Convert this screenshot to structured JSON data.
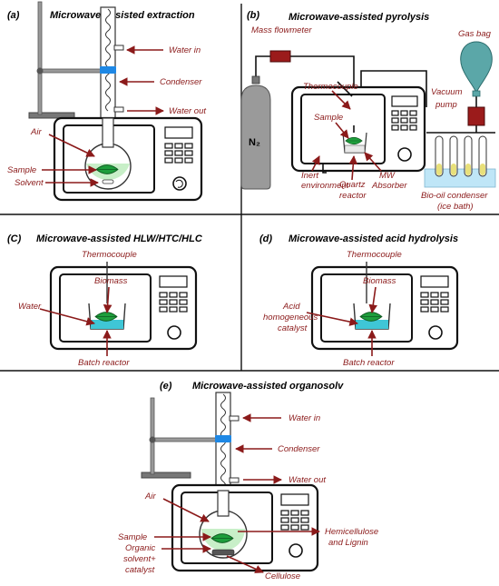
{
  "panels": {
    "a": {
      "id": "(a)",
      "title": "Microwave-assisted extraction",
      "labels": {
        "water_in": "Water in",
        "condenser": "Condenser",
        "water_out": "Water out",
        "air": "Air",
        "sample": "Sample",
        "solvent": "Solvent"
      }
    },
    "b": {
      "id": "(b)",
      "title": "Microwave-assisted pyrolysis",
      "labels": {
        "mass_flowmeter": "Mass flowmeter",
        "gas_bag": "Gas bag",
        "thermocouple": "Thermocouple",
        "vacuum": "Vacuum",
        "pump": "pump",
        "sample": "Sample",
        "n2": "N₂",
        "inert1": "Inert",
        "inert2": "environment",
        "mw": "MW",
        "absorber": "Absorber",
        "quartz1": "Quartz",
        "quartz2": "reactor",
        "condenser1": "Bio-oil condenser",
        "condenser2": "(ice bath)"
      }
    },
    "c": {
      "id": "(C)",
      "title": "Microwave-assisted HLW/HTC/HLC",
      "labels": {
        "thermocouple": "Thermocouple",
        "biomass": "Biomass",
        "water": "Water",
        "batch_reactor": "Batch reactor"
      }
    },
    "d": {
      "id": "(d)",
      "title": "Microwave-assisted acid hydrolysis",
      "labels": {
        "thermocouple": "Thermocouple",
        "biomass": "Biomass",
        "acid1": "Acid",
        "acid2": "homogeneous",
        "acid3": "catalyst",
        "batch_reactor": "Batch reactor"
      }
    },
    "e": {
      "id": "(e)",
      "title": "Microwave-assisted organosolv",
      "labels": {
        "water_in": "Water in",
        "condenser": "Condenser",
        "water_out": "Water out",
        "air": "Air",
        "sample": "Sample",
        "organic1": "Organic",
        "organic2": "solvent+",
        "organic3": "catalyst",
        "hemi1": "Hemicellulose",
        "hemi2": "and Lignin",
        "cellulose": "Cellulose"
      }
    }
  },
  "colors": {
    "label": "#8b1a1a",
    "liquid_green": "#c8efc8",
    "liquid_blue": "#3fc6d6",
    "leaf": "#1e9e3c",
    "clamp_blue": "#1e88e5",
    "gas_bag": "#5ba7a8",
    "cylinder": "#9a9a9a",
    "flowmeter": "#9b1b1b",
    "ice_bath": "#bfe6f7"
  },
  "icons": [
    "microwave-oven-icon",
    "leaf-icon",
    "round-flask-icon",
    "beaker-icon",
    "condenser-icon",
    "gas-cylinder-icon",
    "gas-bag-icon",
    "test-tube-icon"
  ]
}
